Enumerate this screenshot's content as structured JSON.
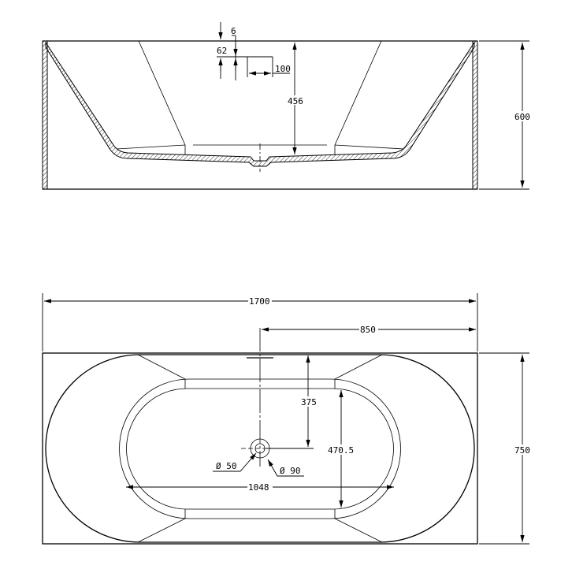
{
  "section_view": {
    "dims": {
      "rim_offset": "6",
      "overflow_depth": "62",
      "overflow_width": "100",
      "inner_depth": "456",
      "height": "600"
    }
  },
  "plan_view": {
    "dims": {
      "length": "1700",
      "half_length": "850",
      "width": "750",
      "drain_offset": "375",
      "inner_width": "470.5",
      "inner_length": "1048",
      "drain_dia": "Ø 50",
      "drain_outer_dia": "Ø 90"
    }
  }
}
